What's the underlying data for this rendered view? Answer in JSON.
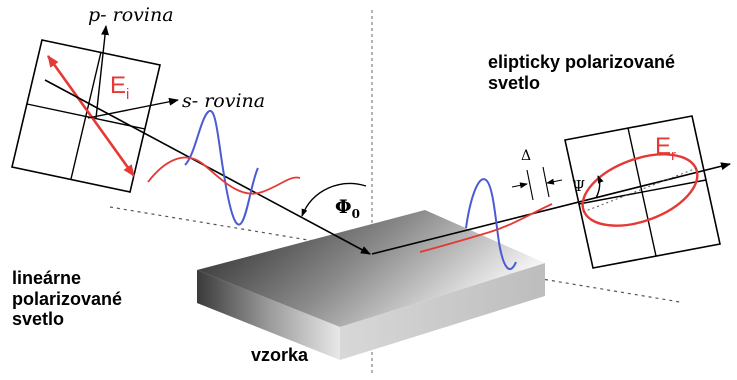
{
  "labels": {
    "p_plane": "p- rovina",
    "s_plane": "s- rovina",
    "incident_field": "E",
    "incident_field_sub": "i",
    "reflected_field": "E",
    "reflected_field_sub": "r",
    "angle_of_incidence": "Φ",
    "angle_of_incidence_sub": "0",
    "phase_delta": "Δ",
    "azimuth_psi": "Ψ",
    "elliptic_light": "elipticky polarizované svetlo",
    "elliptic_light_line1": "elipticky polarizované",
    "elliptic_light_line2": "svetlo",
    "linear_light_line1": "lineárne",
    "linear_light_line2": "polarizované",
    "linear_light_line3": "svetlo",
    "sample": "vzorka"
  },
  "colors": {
    "s_wave": "#4a5bd4",
    "p_wave": "#e53935",
    "field_vector": "#e53935",
    "ellipse": "#e53935",
    "sample_dark": "#2a2a2a",
    "sample_light": "#f2f2f2"
  }
}
